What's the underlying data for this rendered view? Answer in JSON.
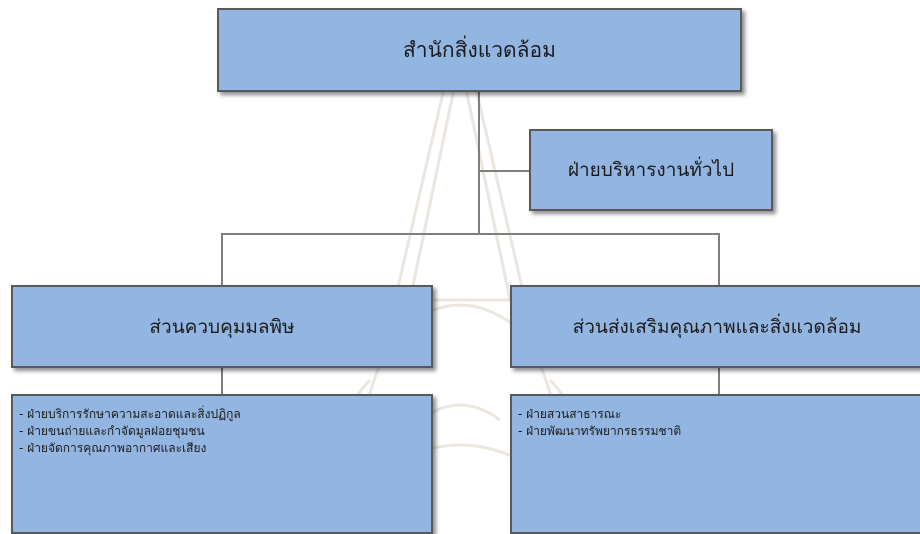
{
  "root": {
    "label": "สำนักสิ่งแวดล้อม"
  },
  "staff_unit": {
    "label": "ฝ่ายบริหารงานทั่วไป"
  },
  "divisions": [
    {
      "label": "ส่วนควบคุมมลพิษ",
      "items": [
        "ฝ่ายบริการรักษาความสะอาดและสิ่งปฏิกูล",
        "ฝ่ายขนถ่ายและกำจัดมูลฝอยชุมชน",
        "ฝ่ายจัดการคุณภาพอากาศและเสียง"
      ]
    },
    {
      "label": "ส่วนส่งเสริมคุณภาพและสิ่งแวดล้อม",
      "items": [
        "ฝ่ายสวนสาธารณะ",
        "ฝ่ายพัฒนาทรัพยากรธรรมชาติ"
      ]
    }
  ],
  "colors": {
    "box_fill": "#93b5e1",
    "box_border": "#595959",
    "connector": "#7f7f7f"
  }
}
